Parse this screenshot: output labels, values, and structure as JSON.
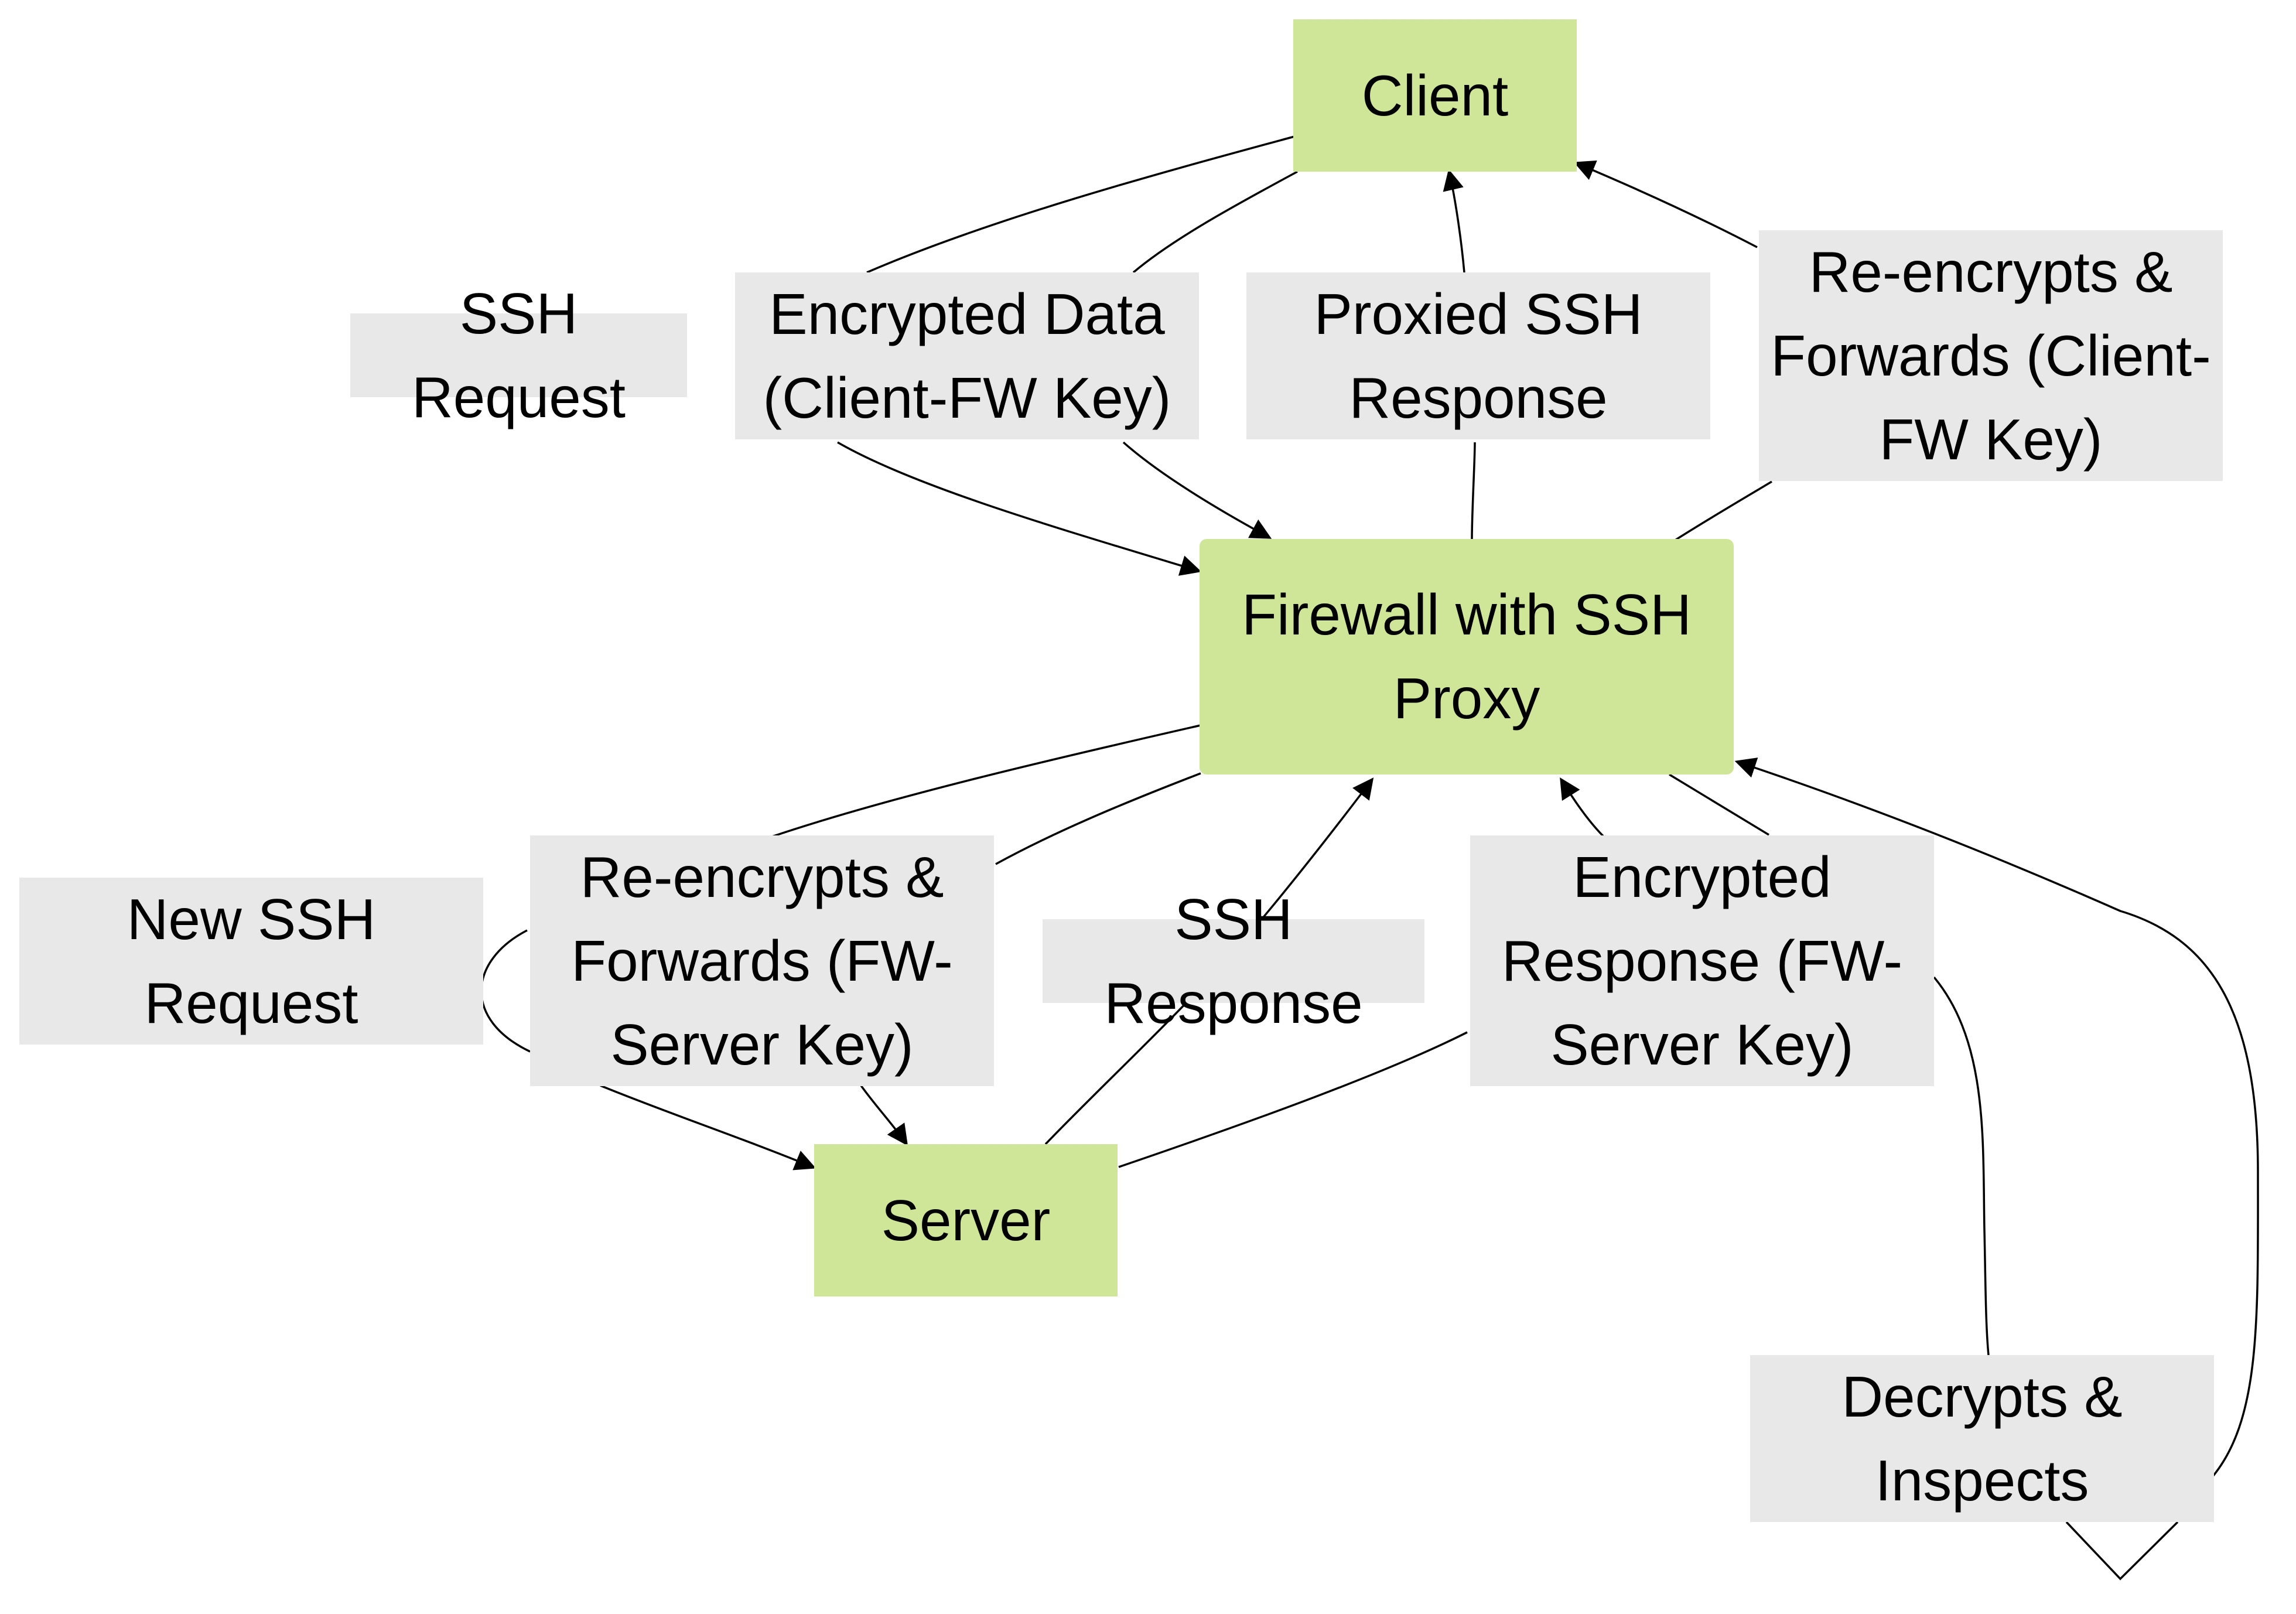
{
  "colors": {
    "node_fill": "#cfe597",
    "label_fill": "#e8e8e8",
    "edge": "#000000"
  },
  "nodes": {
    "client": "Client",
    "firewall": "Firewall with SSH Proxy",
    "server": "Server"
  },
  "edge_labels": {
    "ssh_request": "SSH Request",
    "encrypted_data": "Encrypted Data (Client-FW Key)",
    "proxied_response": "Proxied SSH Response",
    "reencrypt_client": "Re-encrypts & Forwards (Client-FW Key)",
    "new_ssh_request": "New SSH Request",
    "reencrypt_server": "Re-encrypts & Forwards (FW-Server Key)",
    "ssh_response": "SSH Response",
    "encrypted_response": "Encrypted Response (FW-Server Key)",
    "decrypts_inspects": "Decrypts & Inspects"
  },
  "edges": [
    {
      "from": "Client",
      "to": "Firewall with SSH Proxy",
      "label": "SSH Request"
    },
    {
      "from": "Client",
      "to": "Firewall with SSH Proxy",
      "label": "Encrypted Data (Client-FW Key)"
    },
    {
      "from": "Firewall with SSH Proxy",
      "to": "Client",
      "label": "Proxied SSH Response"
    },
    {
      "from": "Firewall with SSH Proxy",
      "to": "Client",
      "label": "Re-encrypts & Forwards (Client-FW Key)"
    },
    {
      "from": "Firewall with SSH Proxy",
      "to": "Server",
      "label": "New SSH Request"
    },
    {
      "from": "Firewall with SSH Proxy",
      "to": "Server",
      "label": "Re-encrypts & Forwards (FW-Server Key)"
    },
    {
      "from": "Server",
      "to": "Firewall with SSH Proxy",
      "label": "SSH Response"
    },
    {
      "from": "Server",
      "to": "Firewall with SSH Proxy",
      "label": "Encrypted Response (FW-Server Key)"
    },
    {
      "from": "Firewall with SSH Proxy",
      "to": "Firewall with SSH Proxy",
      "label": "Decrypts & Inspects"
    }
  ]
}
